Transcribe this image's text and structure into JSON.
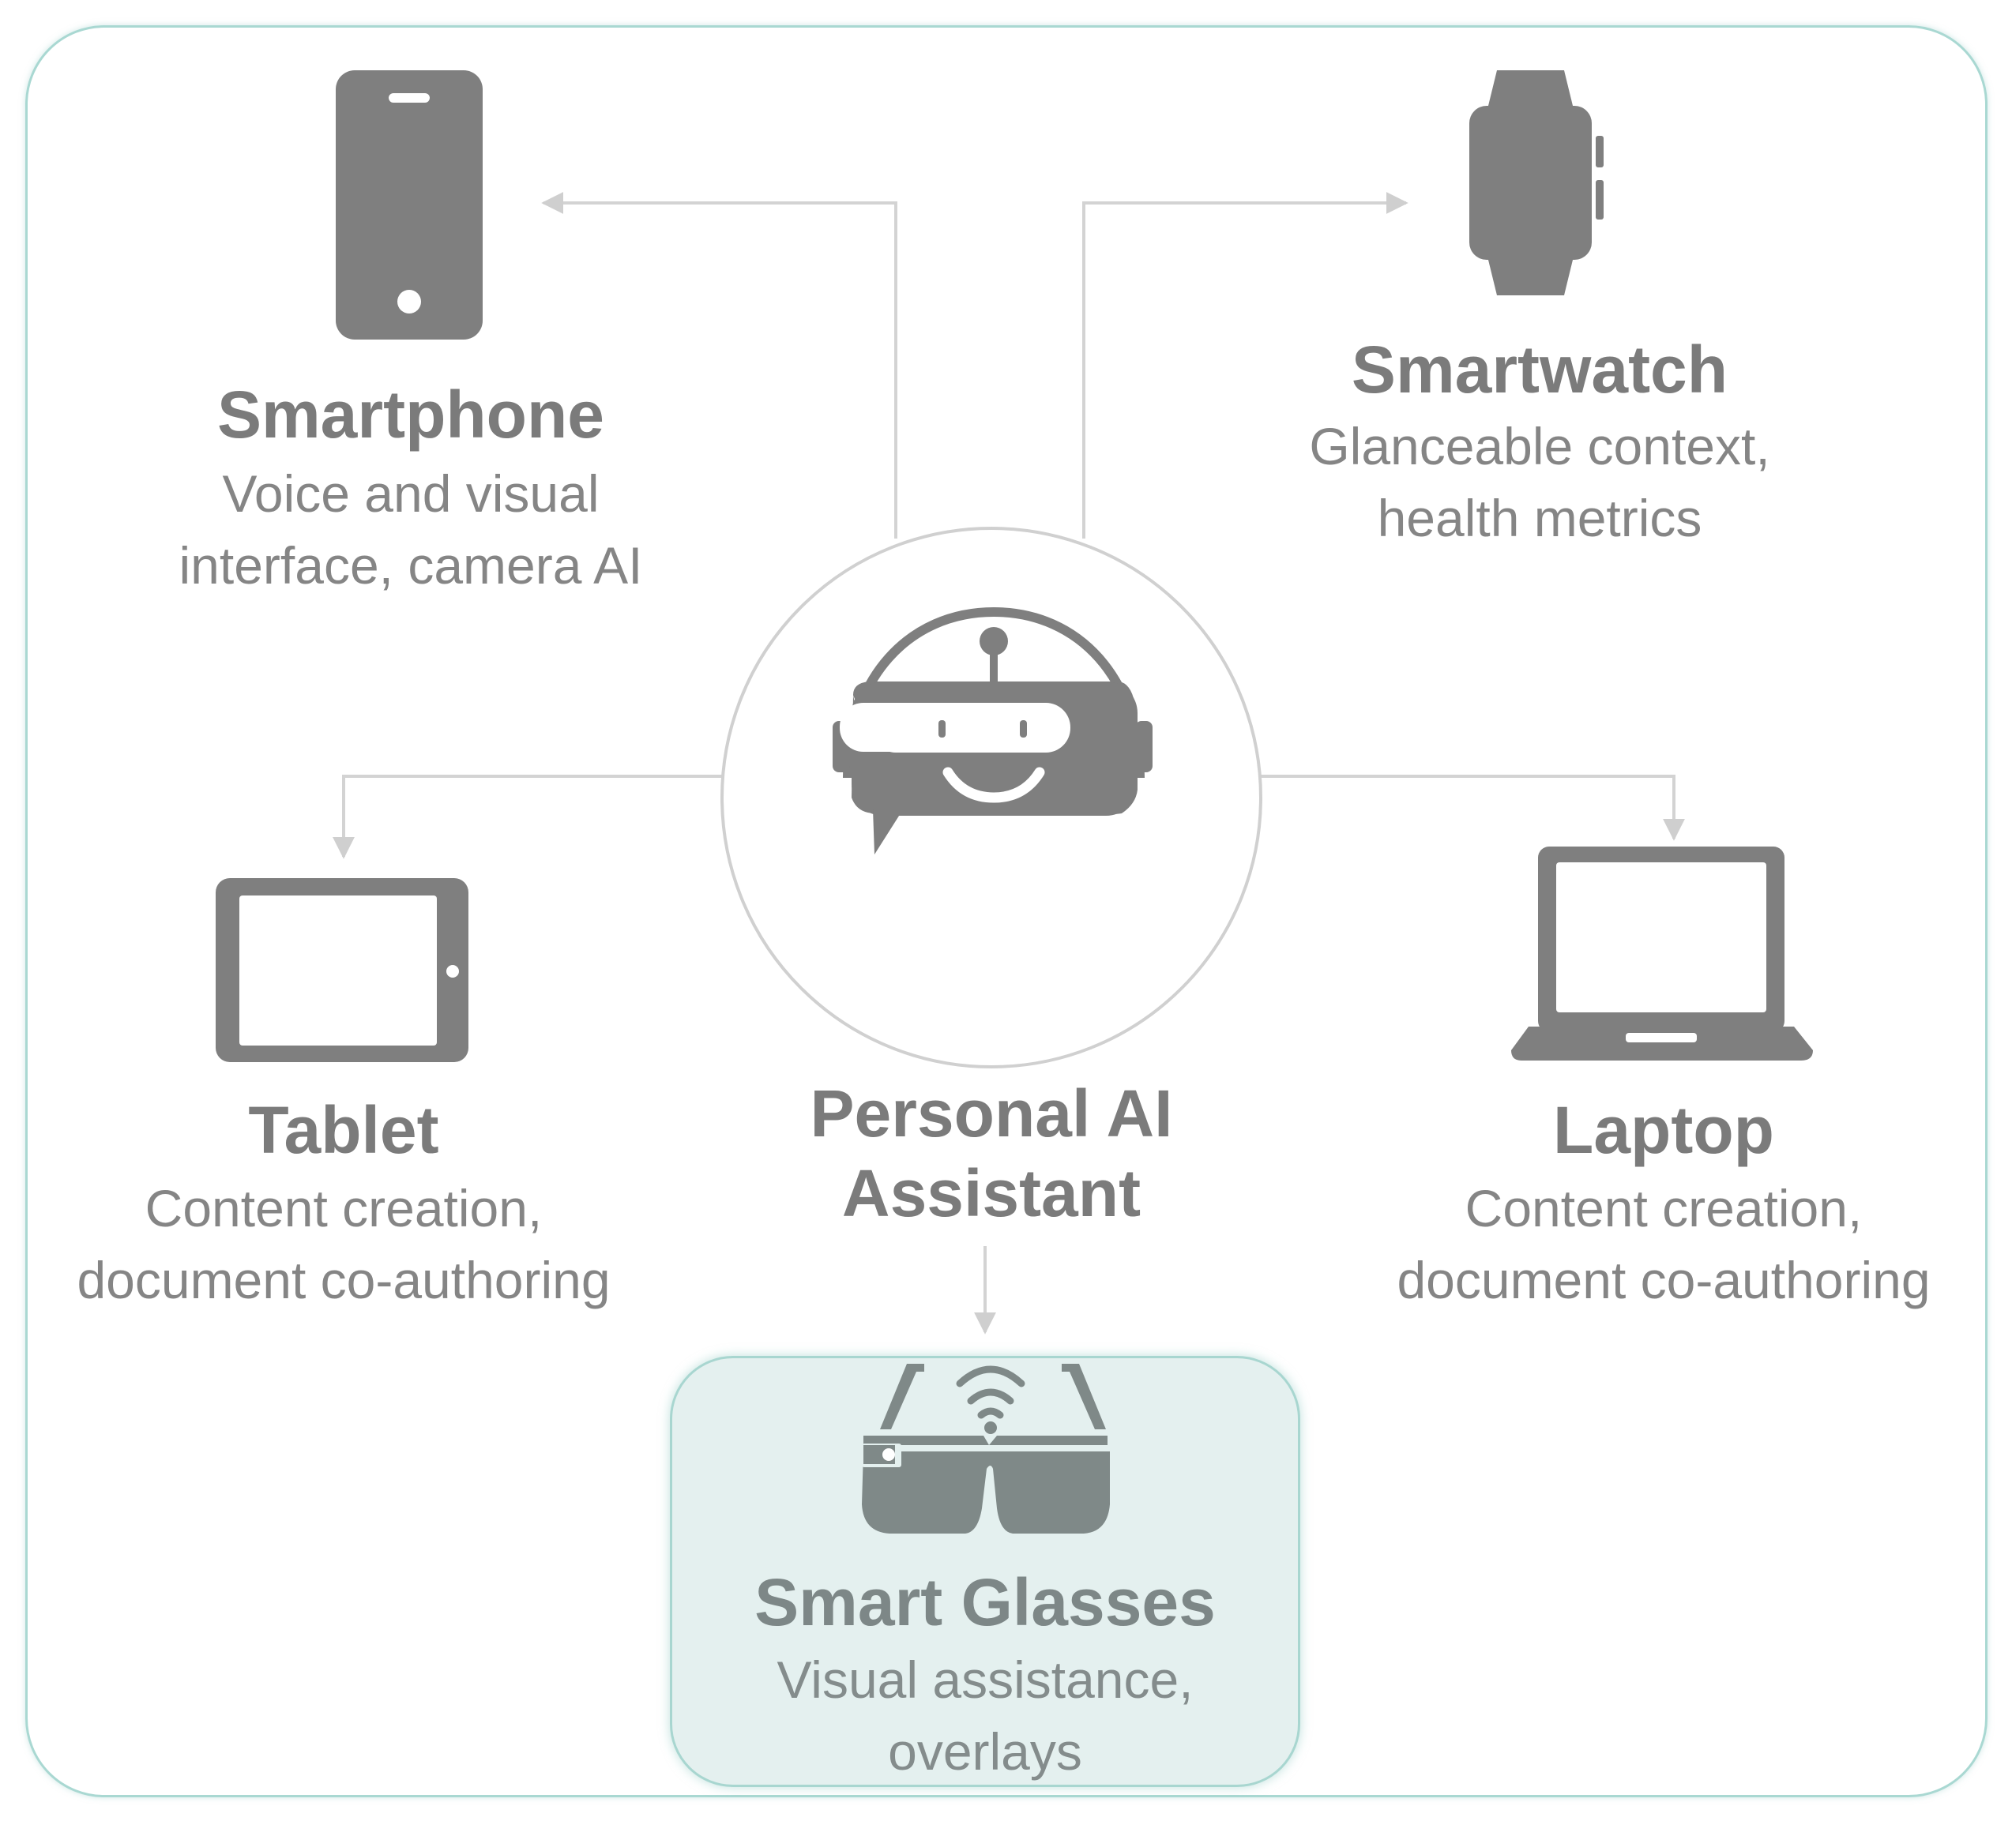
{
  "center": {
    "title_line1": "Personal AI",
    "title_line2": "Assistant"
  },
  "devices": {
    "smartphone": {
      "title": "Smartphone",
      "desc_line1": "Voice and visual",
      "desc_line2": "interface, camera AI"
    },
    "smartwatch": {
      "title": "Smartwatch",
      "desc_line1": "Glanceable context,",
      "desc_line2": "health metrics"
    },
    "tablet": {
      "title": "Tablet",
      "desc_line1": "Content creation,",
      "desc_line2": "document co-authoring"
    },
    "laptop": {
      "title": "Laptop",
      "desc_line1": "Content creation,",
      "desc_line2": "document co-authoring"
    },
    "smart_glasses": {
      "title": "Smart Glasses",
      "desc_line1": "Visual assistance,",
      "desc_line2": "overlays"
    }
  },
  "colors": {
    "icon": "#7f7f7f",
    "glasses_icon": "#7f8988",
    "connector": "#cfcfcf",
    "frame": "#a9d8d2",
    "highlight_bg": "#e4f0ef"
  }
}
